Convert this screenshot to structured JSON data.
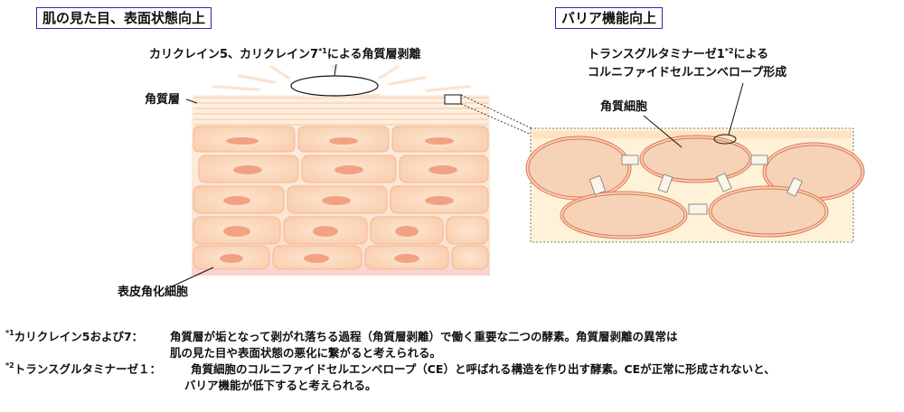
{
  "titles": {
    "left": "肌の見た目、表面状態向上",
    "right": "バリア機能向上"
  },
  "labels": {
    "kallikrein_pre": "カリクレイン5、カリクレイン7",
    "kallikrein_sup": "*1",
    "kallikrein_post": "による角質層剥離",
    "stratum_corneum": "角質層",
    "keratinocyte": "表皮角化細胞",
    "tgm_pre": "トランスグルタミナーゼ1",
    "tgm_sup": "*2",
    "tgm_post": "による",
    "tgm_line2": "コルニファイドセルエンベロープ形成",
    "corneocyte": "角質細胞"
  },
  "notes": {
    "n1_sup": "*1",
    "n1_tag": "カリクレイン5および7：",
    "n1_line1": "角質層が垢となって剥がれ落ちる過程（角質層剥離）で働く重要な二つの酵素。角質層剥離の異常は",
    "n1_line2": "肌の見た目や表面状態の悪化に繋がると考えられる。",
    "n2_sup": "*2",
    "n2_tag": "トランスグルタミナーゼ１：",
    "n2_line1": "角質細胞のコルニファイドセルエンベロープ（CE）と呼ばれる構造を作り出す酵素。CEが正常に形成されないと、",
    "n2_line2": "バリア機能が低下すると考えられる。"
  },
  "colors": {
    "title_border": "#2a2aa8",
    "cell_fill": "#fbd9bf",
    "cell_border": "#f3b795",
    "nucleus": "#f2a283",
    "background_skin": "#fdebd7",
    "corneocyte_fill": "#f6d2b6",
    "envelope": "#e07455",
    "basal_pink": "#fbd6d4"
  }
}
